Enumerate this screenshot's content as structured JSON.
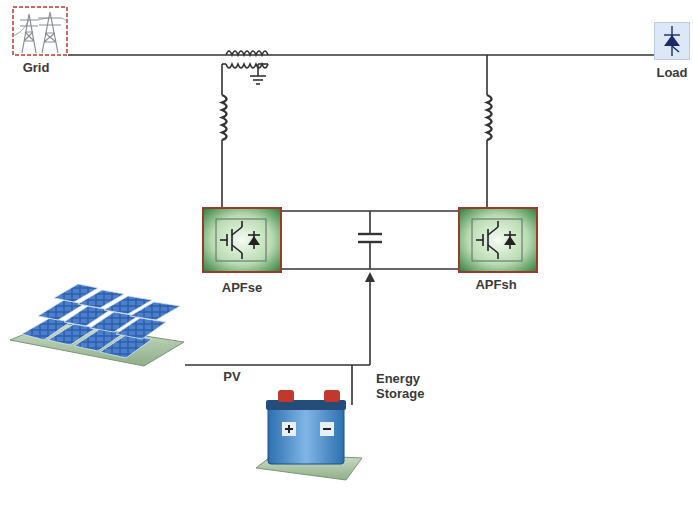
{
  "diagram": {
    "nodes": [
      {
        "text": [
          "Grid"
        ]
      },
      {
        "text": [
          "Load"
        ]
      },
      {
        "text": [
          "APFse"
        ]
      },
      {
        "text": [
          "APFsh"
        ]
      },
      {
        "text": [
          "PV"
        ]
      },
      {
        "text": [
          "Energy Storage"
        ]
      }
    ],
    "edges": [
      {
        "from": 0,
        "to": 1,
        "arrow": "none"
      },
      {
        "from": 2,
        "to": 3,
        "arrow": "none"
      }
    ]
  }
}
